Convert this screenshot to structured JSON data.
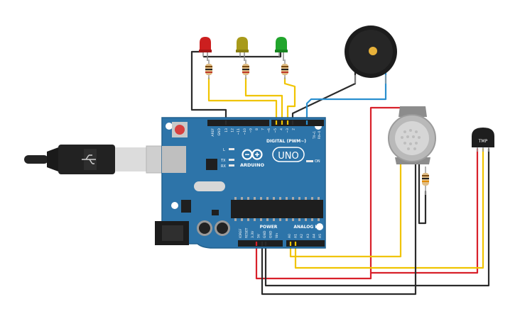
{
  "board": {
    "brand": "ARDUINO",
    "model": "UNO",
    "digital_label": "DIGITAL (PWM~)",
    "power_label": "POWER",
    "analog_label": "ANALOG IN",
    "on_label": "ON",
    "tx_label": "TX",
    "rx_label": "RX",
    "l_label": "L",
    "txrx_side": "TX→1",
    "rxrx_side": "RX←0",
    "digital_pins": [
      "AREF",
      "GND",
      "13",
      "12",
      "~11",
      "~10",
      "~9",
      "8",
      "7",
      "~6",
      "~5",
      "4",
      "~3",
      "2"
    ],
    "power_pins": [
      "IOREF",
      "RESET",
      "3.3V",
      "5V",
      "GND",
      "GND",
      "Vin"
    ],
    "analog_pins": [
      "A0",
      "A1",
      "A2",
      "A3",
      "A4",
      "A5"
    ]
  },
  "temp_sensor": {
    "label": "TMP"
  },
  "components": {
    "leds": [
      {
        "color": "red",
        "hex": "#cc1f1f"
      },
      {
        "color": "yellow",
        "hex": "#a89a1a"
      },
      {
        "color": "green",
        "hex": "#21a52c"
      }
    ],
    "wire_colors": {
      "black": "#2b2b2b",
      "yellow": "#f0c400",
      "red": "#d8202a",
      "blue": "#2a8fcf"
    }
  }
}
